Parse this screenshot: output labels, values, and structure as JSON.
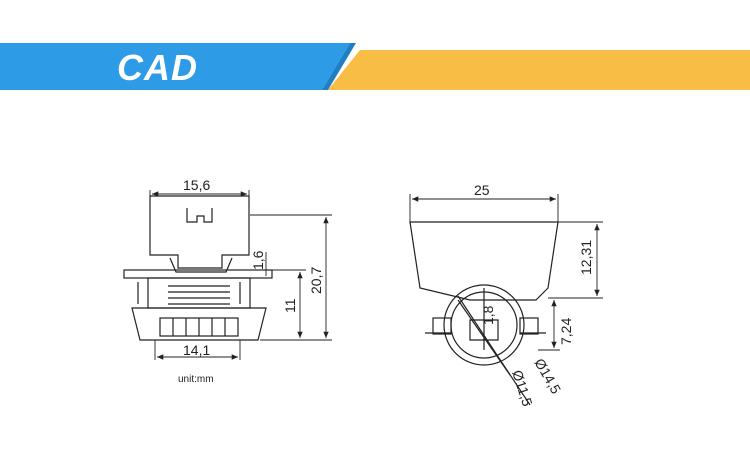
{
  "header": {
    "title": "CAD",
    "colors": {
      "blue": "#2e9be6",
      "orange": "#f8bd44"
    }
  },
  "front_view": {
    "width_top": "15,6",
    "width_bottom": "14,1",
    "height_total": "20,7",
    "height_body": "11",
    "gap": "1,6"
  },
  "side_view": {
    "width": "25",
    "height_tab": "12,31",
    "height_lower": "7,24",
    "inner_dim": "1,8",
    "diameter_outer": "Ø14,5",
    "diameter_inner": "Ø11,5"
  },
  "unit_label": "unit:mm"
}
